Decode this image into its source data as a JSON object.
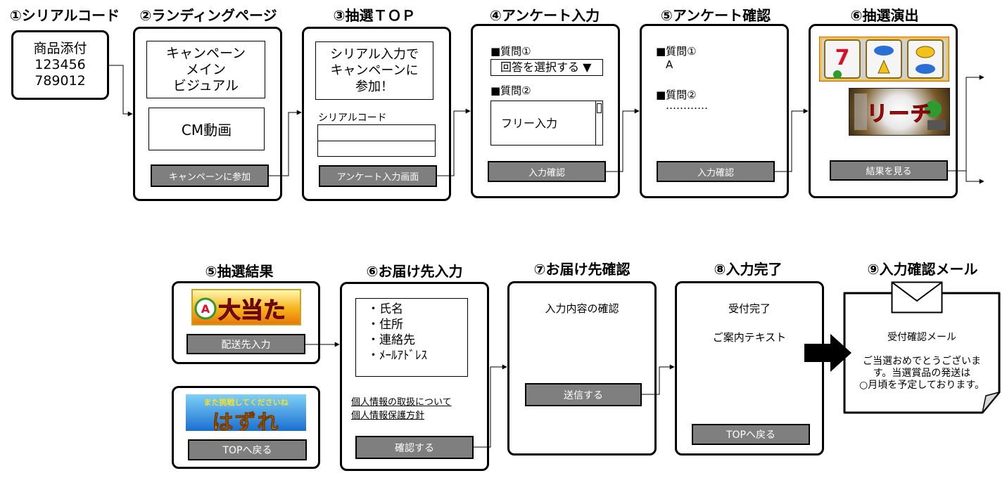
{
  "row1": {
    "s1": {
      "title": "①シリアルコード",
      "lines": [
        "商品添付",
        "123456",
        "789012"
      ]
    },
    "s2": {
      "title": "②ランディングページ",
      "visual": [
        "キャンペーン",
        "メイン",
        "ビジュアル"
      ],
      "cm": "CM動画",
      "button": "キャンペーンに参加"
    },
    "s3": {
      "title": "③抽選ＴＯＰ",
      "text": [
        "シリアル入力で",
        "キャンペーンに",
        "参加！"
      ],
      "serial_label": "シリアルコード",
      "button": "アンケート入力画面"
    },
    "s4": {
      "title": "④アンケート入力",
      "q1": "■質問①",
      "select": "回答を選択する ▼",
      "q2": "■質問②",
      "free": "フリー入力",
      "button": "入力確認"
    },
    "s5": {
      "title": "⑤アンケート確認",
      "q1": "■質問①",
      "a1": "A",
      "q2": "■質問②",
      "a2": "…………",
      "button": "入力確認"
    },
    "s6": {
      "title": "⑥抽選演出",
      "button": "結果を見る",
      "reach_text": "リーチ"
    }
  },
  "row2": {
    "r5": {
      "title": "⑤抽選結果",
      "win_text": "大当たり",
      "win_button": "配送先入力",
      "lose_top": "また挑戦してくださいね",
      "lose_text": "はずれ",
      "lose_button": "TOPへ戻る"
    },
    "r6": {
      "title": "⑥お届け先入力",
      "fields": [
        "・氏名",
        "・住所",
        "・連絡先",
        "・ﾒｰﾙｱﾄﾞﾚｽ"
      ],
      "link1": "個人情報の取扱について",
      "link2": "個人情報保護方針",
      "button": "確認する"
    },
    "r7": {
      "title": "⑦お届け先確認",
      "text": "入力内容の確認",
      "button": "送信する"
    },
    "r8": {
      "title": "⑧入力完了",
      "text1": "受付完了",
      "text2": "ご案内テキスト",
      "button": "TOPへ戻る"
    },
    "r9": {
      "title": "⑨入力確認メール",
      "heading": "受付確認メール",
      "body": [
        "ご当選おめでとうございま",
        "す。当選賞品の発送は",
        "○月頃を予定しております。"
      ]
    }
  },
  "colors": {
    "button_fill": "#7f7f7f",
    "frame": "#000000"
  }
}
